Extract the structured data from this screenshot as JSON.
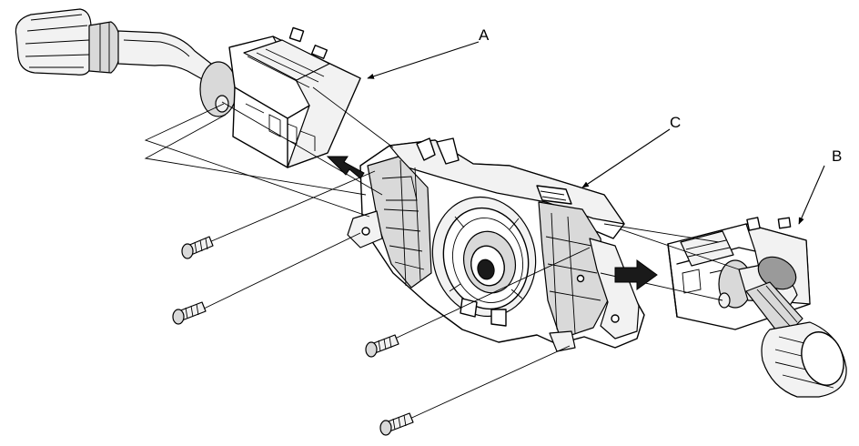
{
  "callouts": {
    "a": "A",
    "b": "B",
    "c": "C"
  },
  "colors": {
    "line": "#000000",
    "background": "#ffffff",
    "shade_light": "#f2f2f2",
    "shade_mid": "#d9d9d9",
    "shade_dark": "#9a9a9a"
  },
  "icons": {
    "arrow_a": "removal-direction-arrow-icon",
    "arrow_b": "removal-direction-arrow-icon",
    "screws": "screw-icon"
  }
}
